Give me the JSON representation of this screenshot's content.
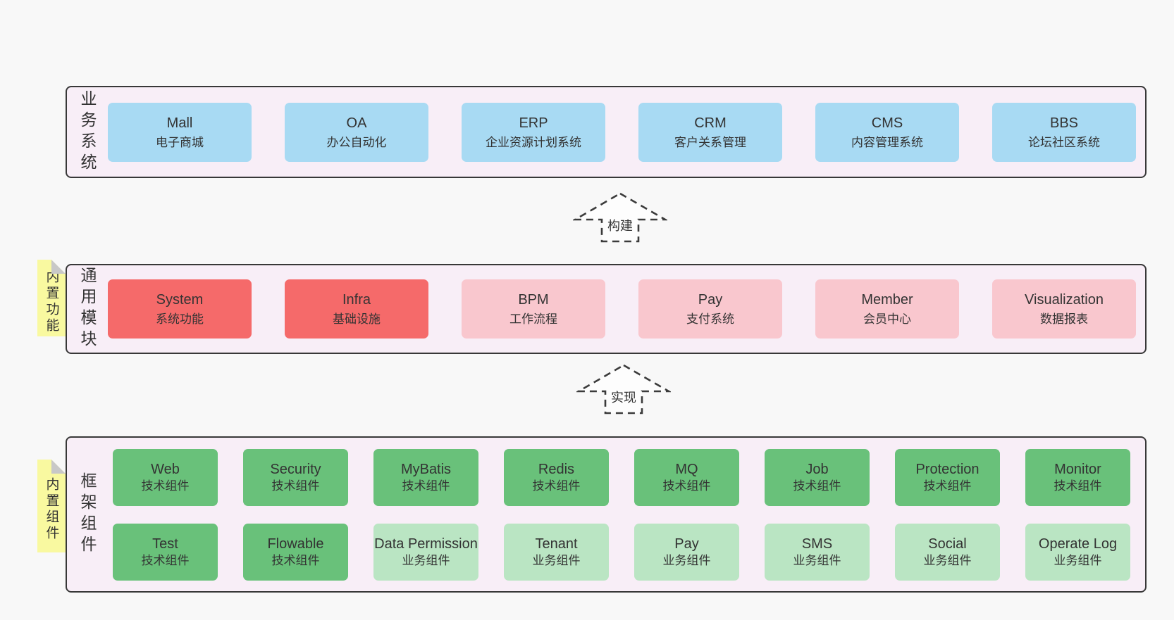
{
  "colors": {
    "page_background": "#f8f8f8",
    "container_background": "#f8eef7",
    "container_border": "#383838",
    "business_box": "#a8daf3",
    "core_module_box": "#f56a6a",
    "extension_module_box": "#f9c7ce",
    "tech_component_box": "#69c17a",
    "biz_component_box": "#bae5c3",
    "sticky_note": "#f9f9a0",
    "sticky_fold": "#c8c8c8",
    "text": "#333333"
  },
  "arrows": [
    {
      "label": "构建"
    },
    {
      "label": "实现"
    }
  ],
  "layers": {
    "business": {
      "label": "业务系统",
      "boxes": [
        {
          "name": "Mall",
          "desc": "电子商城",
          "variant": "blue"
        },
        {
          "name": "OA",
          "desc": "办公自动化",
          "variant": "blue"
        },
        {
          "name": "ERP",
          "desc": "企业资源计划系统",
          "variant": "blue"
        },
        {
          "name": "CRM",
          "desc": "客户关系管理",
          "variant": "blue"
        },
        {
          "name": "CMS",
          "desc": "内容管理系统",
          "variant": "blue"
        },
        {
          "name": "BBS",
          "desc": "论坛社区系统",
          "variant": "blue"
        }
      ]
    },
    "modules": {
      "label": "通用模块",
      "sticky": "内置功能",
      "boxes": [
        {
          "name": "System",
          "desc": "系统功能",
          "variant": "red"
        },
        {
          "name": "Infra",
          "desc": "基础设施",
          "variant": "red"
        },
        {
          "name": "BPM",
          "desc": "工作流程",
          "variant": "pink"
        },
        {
          "name": "Pay",
          "desc": "支付系统",
          "variant": "pink"
        },
        {
          "name": "Member",
          "desc": "会员中心",
          "variant": "pink"
        },
        {
          "name": "Visualization",
          "desc": "数据报表",
          "variant": "pink"
        }
      ]
    },
    "components": {
      "label": "框架组件",
      "sticky": "内置组件",
      "row1": [
        {
          "name": "Web",
          "desc": "技术组件",
          "variant": "green"
        },
        {
          "name": "Security",
          "desc": "技术组件",
          "variant": "green"
        },
        {
          "name": "MyBatis",
          "desc": "技术组件",
          "variant": "green"
        },
        {
          "name": "Redis",
          "desc": "技术组件",
          "variant": "green"
        },
        {
          "name": "MQ",
          "desc": "技术组件",
          "variant": "green"
        },
        {
          "name": "Job",
          "desc": "技术组件",
          "variant": "green"
        },
        {
          "name": "Protection",
          "desc": "技术组件",
          "variant": "green"
        },
        {
          "name": "Monitor",
          "desc": "技术组件",
          "variant": "green"
        }
      ],
      "row2": [
        {
          "name": "Test",
          "desc": "技术组件",
          "variant": "green"
        },
        {
          "name": "Flowable",
          "desc": "技术组件",
          "variant": "green"
        },
        {
          "name": "Data Permission",
          "desc": "业务组件",
          "variant": "green-light"
        },
        {
          "name": "Tenant",
          "desc": "业务组件",
          "variant": "green-light"
        },
        {
          "name": "Pay",
          "desc": "业务组件",
          "variant": "green-light"
        },
        {
          "name": "SMS",
          "desc": "业务组件",
          "variant": "green-light"
        },
        {
          "name": "Social",
          "desc": "业务组件",
          "variant": "green-light"
        },
        {
          "name": "Operate Log",
          "desc": "业务组件",
          "variant": "green-light"
        }
      ]
    }
  }
}
